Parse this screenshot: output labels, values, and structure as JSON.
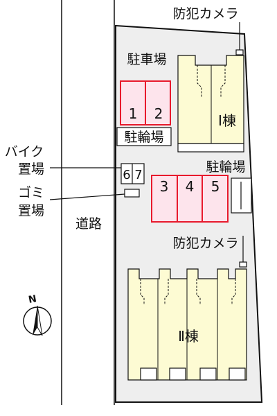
{
  "labels": {
    "camera_top": "防犯カメラ",
    "camera_bottom": "防犯カメラ",
    "car_parking": "駐車場",
    "bike_parking_left": "駐輪場",
    "bike_parking_right": "駐輪場",
    "motorbike_line1": "バイク",
    "motorbike_line2": "置場",
    "garbage_line1": "ゴミ",
    "garbage_line2": "置場",
    "road": "道路",
    "building_1": "Ⅰ棟",
    "building_2": "Ⅱ棟",
    "compass_north": "N"
  },
  "parking_spaces": {
    "slot_1": "1",
    "slot_2": "2",
    "slot_3": "3",
    "slot_4": "4",
    "slot_5": "5"
  },
  "motorbike_spaces": {
    "slot_6": "6",
    "slot_7": "7"
  },
  "colors": {
    "parking_fill": "#fde4ec",
    "parking_stroke": "#e8192c",
    "building_fill": "#fdfbd3",
    "site_fill": "#eeeeee",
    "outline": "#111111"
  }
}
